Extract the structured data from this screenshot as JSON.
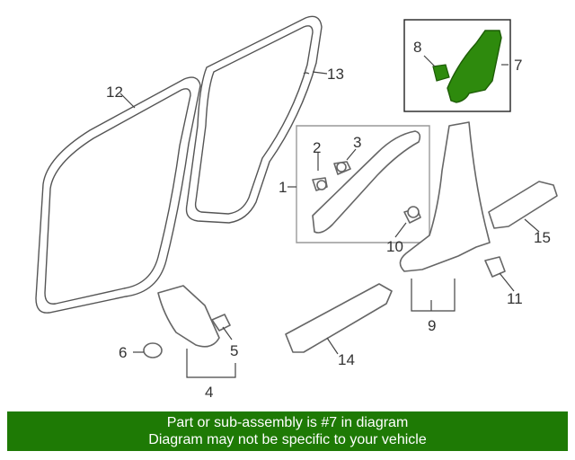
{
  "callouts": {
    "c1": "1",
    "c2": "2",
    "c3": "3",
    "c4": "4",
    "c5": "5",
    "c6": "6",
    "c7": "7",
    "c8": "8",
    "c9": "9",
    "c10": "10",
    "c11": "11",
    "c12": "12",
    "c13": "13",
    "c14": "14",
    "c15": "15"
  },
  "highlight_color": "#2e8a0d",
  "footer": {
    "line1": "Part or sub-assembly is #7 in diagram",
    "line2": "Diagram may not be specific to your vehicle",
    "background": "#1e7a05"
  }
}
